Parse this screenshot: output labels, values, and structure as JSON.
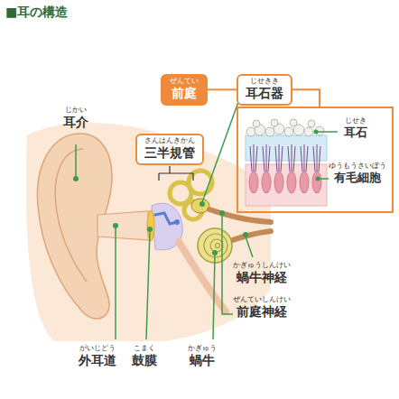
{
  "diagram": {
    "title": "■耳の構造",
    "nodes": [
      {
        "text": [
          "ぜんてい",
          "前庭"
        ]
      },
      {
        "text": [
          "じせきき",
          "耳石器"
        ]
      },
      {
        "text": [
          "さんはんきかん",
          "三半規管"
        ]
      },
      {
        "text": [
          "じせき",
          "耳石",
          "ゆうもうさいぼう",
          "有毛細胞"
        ]
      }
    ],
    "edges": [
      {
        "from": 0,
        "to": 1,
        "arrow": "none"
      },
      {
        "from": 1,
        "to": 3,
        "arrow": "none"
      }
    ],
    "labels": [
      "じかい",
      "耳介",
      "がいじどう",
      "外耳道",
      "こまく",
      "鼓膜",
      "かぎゅう",
      "蝸牛",
      "かぎゅうしんけい",
      "蝸牛神経",
      "ぜんていしんけい",
      "前庭神経"
    ]
  }
}
